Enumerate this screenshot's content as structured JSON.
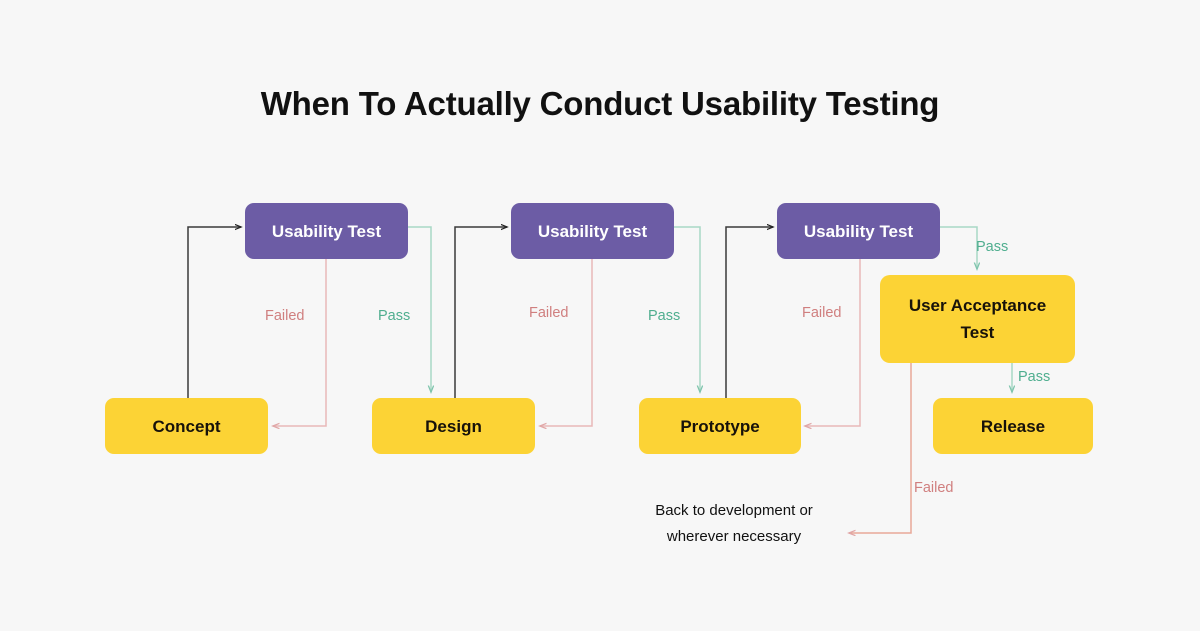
{
  "title": "When To Actually Conduct Usability Testing",
  "colors": {
    "background": "#F7F7F7",
    "test_box": "#6C5CA5",
    "stage_box": "#FCD335",
    "pass": "#4FAE8F",
    "failed": "#D07F7F",
    "flow_black": "#222222",
    "title_text": "#111111"
  },
  "diagram": {
    "type": "flowchart",
    "nodes": [
      {
        "id": "concept",
        "label": "Concept",
        "kind": "stage"
      },
      {
        "id": "test1",
        "label": "Usability Test",
        "kind": "test"
      },
      {
        "id": "design",
        "label": "Design",
        "kind": "stage"
      },
      {
        "id": "test2",
        "label": "Usability Test",
        "kind": "test"
      },
      {
        "id": "prototype",
        "label": "Prototype",
        "kind": "stage"
      },
      {
        "id": "test3",
        "label": "Usability Test",
        "kind": "test"
      },
      {
        "id": "uat_line1",
        "label": "User Acceptance",
        "kind": "uat"
      },
      {
        "id": "uat_line2",
        "label": "Test",
        "kind": "uat"
      },
      {
        "id": "release",
        "label": "Release",
        "kind": "stage"
      }
    ],
    "edges": [
      {
        "from": "concept",
        "to": "test1",
        "label": "",
        "color": "flow_black"
      },
      {
        "from": "test1",
        "to": "concept",
        "label": "Failed",
        "color": "failed"
      },
      {
        "from": "test1",
        "to": "design",
        "label": "Pass",
        "color": "pass"
      },
      {
        "from": "design",
        "to": "test2",
        "label": "",
        "color": "flow_black"
      },
      {
        "from": "test2",
        "to": "design",
        "label": "Failed",
        "color": "failed"
      },
      {
        "from": "test2",
        "to": "prototype",
        "label": "Pass",
        "color": "pass"
      },
      {
        "from": "prototype",
        "to": "test3",
        "label": "",
        "color": "flow_black"
      },
      {
        "from": "test3",
        "to": "prototype",
        "label": "Failed",
        "color": "failed"
      },
      {
        "from": "test3",
        "to": "uat",
        "label": "Pass",
        "color": "pass"
      },
      {
        "from": "uat",
        "to": "release",
        "label": "Pass",
        "color": "pass"
      },
      {
        "from": "uat",
        "to": "note",
        "label": "Failed",
        "color": "failed"
      }
    ],
    "labels": {
      "failed_1": "Failed",
      "pass_1": "Pass",
      "failed_2": "Failed",
      "pass_2": "Pass",
      "failed_3": "Failed",
      "pass_3": "Pass",
      "pass_4": "Pass",
      "failed_4": "Failed"
    },
    "note": {
      "line1": "Back to development or",
      "line2": "wherever necessary"
    }
  }
}
